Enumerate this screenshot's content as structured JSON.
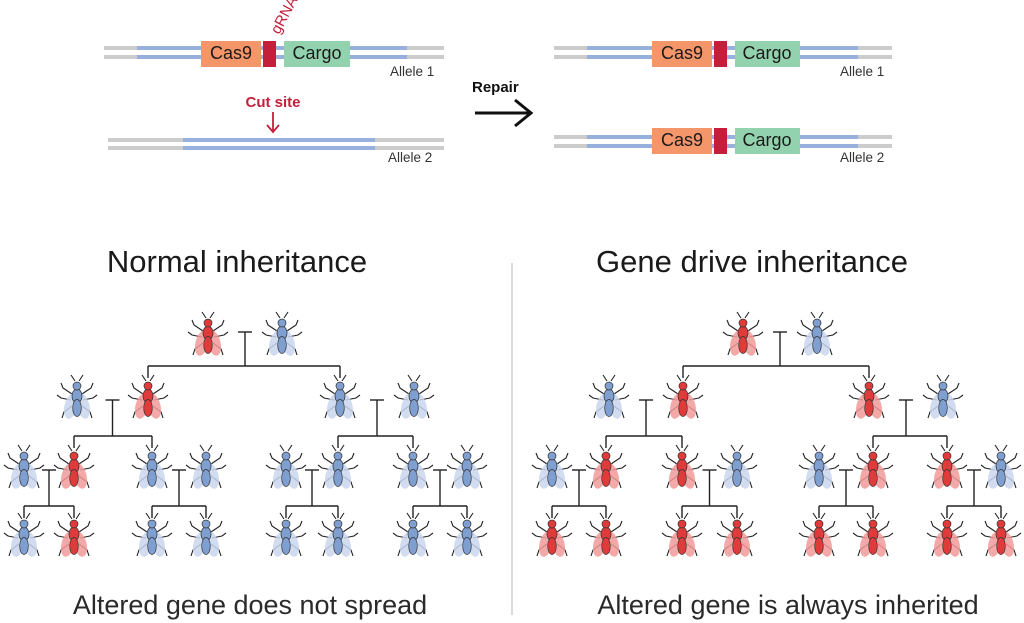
{
  "schematic": {
    "left": {
      "allele1_label": "Allele 1",
      "allele2_label": "Allele 2",
      "cas9_label": "Cas9",
      "cargo_label": "Cargo",
      "grna_label": "gRNA",
      "cut_site_label": "Cut site"
    },
    "repair_label": "Repair",
    "right": {
      "allele1_label": "Allele 1",
      "allele2_label": "Allele 2",
      "cas9_label": "Cas9",
      "cargo_label": "Cargo"
    }
  },
  "panels": [
    {
      "title": "Normal inheritance",
      "caption": "Altered gene does not spread",
      "generations": [
        [
          "red",
          "blue"
        ],
        [
          "blue",
          "red",
          "blue",
          "blue"
        ],
        [
          "blue",
          "red",
          "blue",
          "blue",
          "blue",
          "blue",
          "blue",
          "blue"
        ],
        [
          "blue",
          "red",
          "blue",
          "blue",
          "blue",
          "blue",
          "blue",
          "blue"
        ]
      ]
    },
    {
      "title": "Gene drive inheritance",
      "caption": "Altered gene is always inherited",
      "generations": [
        [
          "red",
          "blue"
        ],
        [
          "blue",
          "red",
          "red",
          "blue"
        ],
        [
          "blue",
          "red",
          "red",
          "blue",
          "blue",
          "red",
          "red",
          "blue"
        ],
        [
          "red",
          "red",
          "red",
          "red",
          "red",
          "red",
          "red",
          "red"
        ]
      ]
    }
  ],
  "colors": {
    "red_fly": "#e03b3b",
    "blue_fly": "#7f9fd0",
    "cas9_box": "#f4956a",
    "cargo_box": "#92d2ae",
    "grna_box": "#c41e3a",
    "dna_gray": "#cccccc",
    "dna_blue": "#97b0dc",
    "accent_red": "#c41e3a"
  }
}
